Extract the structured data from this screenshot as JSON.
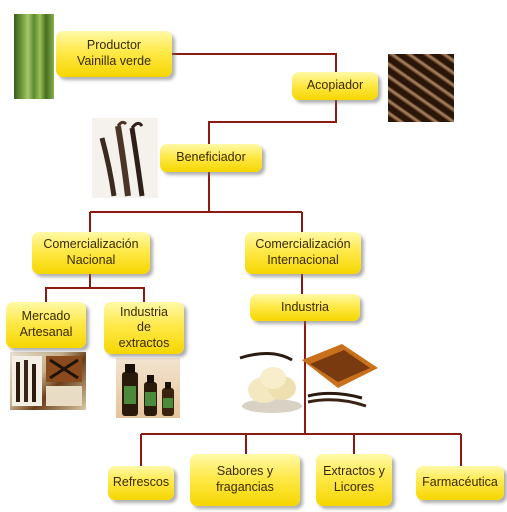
{
  "diagram": {
    "productor": "Productor\nVainilla verde",
    "acopiador": "Acopiador",
    "beneficiador": "Beneficiador",
    "comercializacion_nacional": "Comercialización\nNacional",
    "comercializacion_internacional": "Comercialización\nInternacional",
    "mercado_artesanal": "Mercado\nArtesanal",
    "industria_extractos": "Industria\nde\nextractos",
    "industria": "Industria",
    "refrescos": "Refrescos",
    "sabores": "Sabores y\nfragancias",
    "licores": "Extractos y\nLicores",
    "farmaceutica": "Farmacéutica"
  },
  "images": {
    "green_vanilla": "green-vanilla-pods",
    "cured_vanilla": "cured-vanilla-bundle",
    "dried_beans": "dried-vanilla-beans",
    "handicrafts": "vanilla-handicrafts",
    "extract_bottles": "vanilla-extract-bottles",
    "ice_cream": "vanilla-ice-cream-and-products"
  },
  "colors": {
    "box_fill": "#ffe94a",
    "connector": "#8b1a12",
    "text": "#3a2a00"
  }
}
